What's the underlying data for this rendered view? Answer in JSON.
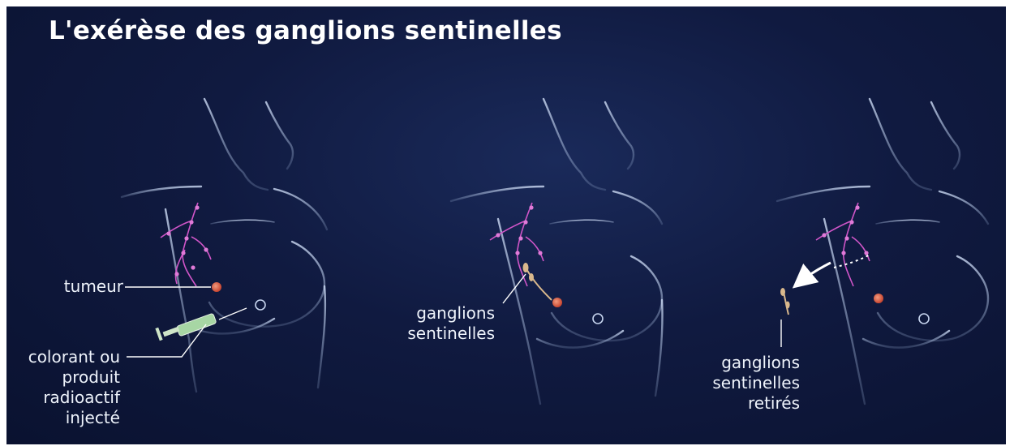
{
  "title": "L'exérèse des ganglions sentinelles",
  "labels": {
    "tumeur": "tumeur",
    "injection": [
      "colorant ou",
      "produit",
      "radioactif",
      "injecté"
    ],
    "sentinelles": [
      "ganglions",
      "sentinelles"
    ],
    "retires": [
      "ganglions",
      "sentinelles",
      "retirés"
    ]
  },
  "colors": {
    "lymph": "#d055c8",
    "tumor": "#e06a55",
    "node": "#d9b88c",
    "body_outline": "#b9c9e6"
  }
}
